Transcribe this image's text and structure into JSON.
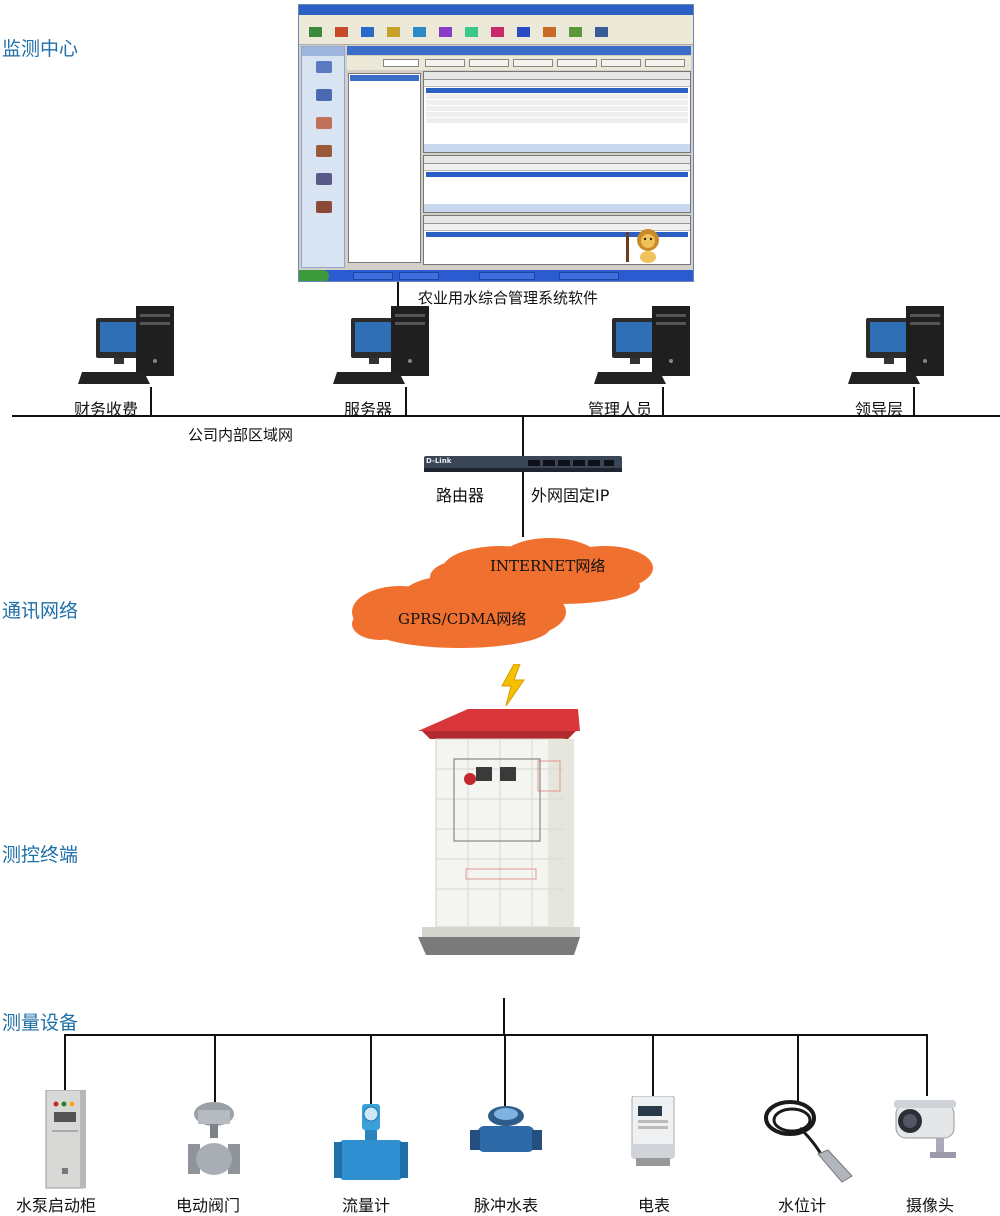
{
  "sections": {
    "monitor_center": "监测中心",
    "comm_network": "通讯网络",
    "terminal": "测控终端",
    "measure_devices": "测量设备"
  },
  "software_label": "农业用水综合管理系统软件",
  "computers": [
    {
      "label": "财务收费"
    },
    {
      "label": "服务器"
    },
    {
      "label": "管理人员"
    },
    {
      "label": "领导层"
    }
  ],
  "lan_label": "公司内部区域网",
  "router_label": "路由器",
  "router_brand": "D-Link",
  "static_ip_label": "外网固定IP",
  "clouds": {
    "internet": "INTERNET网络",
    "gprs": "GPRS/CDMA网络"
  },
  "devices": [
    {
      "label": "水泵启动柜"
    },
    {
      "label": "电动阀门"
    },
    {
      "label": "流量计"
    },
    {
      "label": "脉冲水表"
    },
    {
      "label": "电表"
    },
    {
      "label": "水位计"
    },
    {
      "label": "摄像头"
    }
  ],
  "colors": {
    "section_text": "#1f6fa8",
    "cloud_fill": "#f07030",
    "lightning": "#f5c000",
    "cabinet_roof": "#d8363a"
  }
}
